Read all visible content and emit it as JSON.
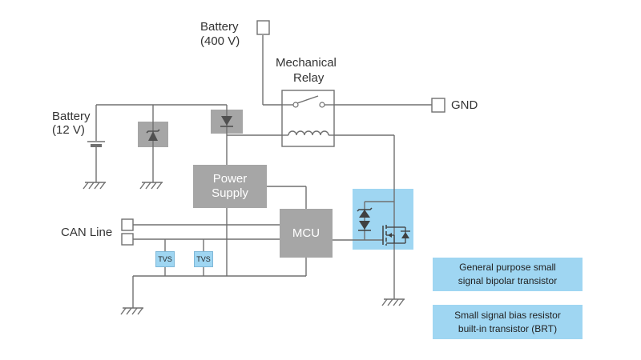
{
  "labels": {
    "battery_hv": "Battery",
    "battery_hv_voltage": "(400 V)",
    "relay_line1": "Mechanical",
    "relay_line2": "Relay",
    "gnd": "GND",
    "battery_lv": "Battery",
    "battery_lv_voltage": "(12 V)",
    "can_line": "CAN Line"
  },
  "blocks": {
    "power_supply_line1": "Power",
    "power_supply_line2": "Supply",
    "mcu": "MCU",
    "tvs_1": "TVS",
    "tvs_2": "TVS"
  },
  "legend": [
    {
      "line1": "General purpose small",
      "line2": "signal bipolar transistor"
    },
    {
      "line1": "Small signal bias resistor",
      "line2": "built-in transistor (BRT)"
    }
  ],
  "colors": {
    "highlight": "#9fd6f2",
    "block_gray": "#a6a6a6",
    "wire": "#707070"
  }
}
